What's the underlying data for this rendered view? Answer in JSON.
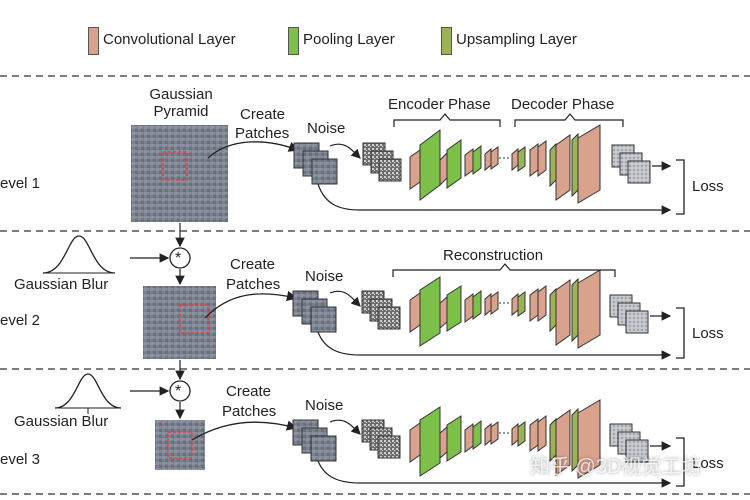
{
  "colors": {
    "conv": "#d9a28d",
    "pool": "#7cc04a",
    "upsample": "#9bb257",
    "texture": "#7c8290",
    "roi": "#e04040",
    "dash": "#555555"
  },
  "legend": [
    {
      "label": "Convolutional Layer",
      "color": "#d9a28d"
    },
    {
      "label": "Pooling Layer",
      "color": "#7cc04a"
    },
    {
      "label": "Upsampling Layer",
      "color": "#9bb257"
    }
  ],
  "labels": {
    "gaussian_pyramid_line1": "Gaussian",
    "gaussian_pyramid_line2": "Pyramid",
    "create1": "Create",
    "patches1": "Patches",
    "create2": "Create",
    "patches2": "Patches",
    "create3": "Create",
    "patches3": "Patches",
    "noise1": "Noise",
    "noise2": "Noise",
    "noise3": "Noise",
    "encoder_phase": "Encoder Phase",
    "decoder_phase": "Decoder Phase",
    "reconstruction": "Reconstruction",
    "loss1": "Loss",
    "loss2": "Loss",
    "loss3": "Loss",
    "gaussian_blur1": "Gaussian Blur",
    "gaussian_blur2": "Gaussian Blur",
    "level1": "evel 1",
    "level2": "evel 2",
    "level3": "evel 3",
    "convolve_symbol": "*",
    "watermark": "知乎 @3D视觉工坊"
  }
}
